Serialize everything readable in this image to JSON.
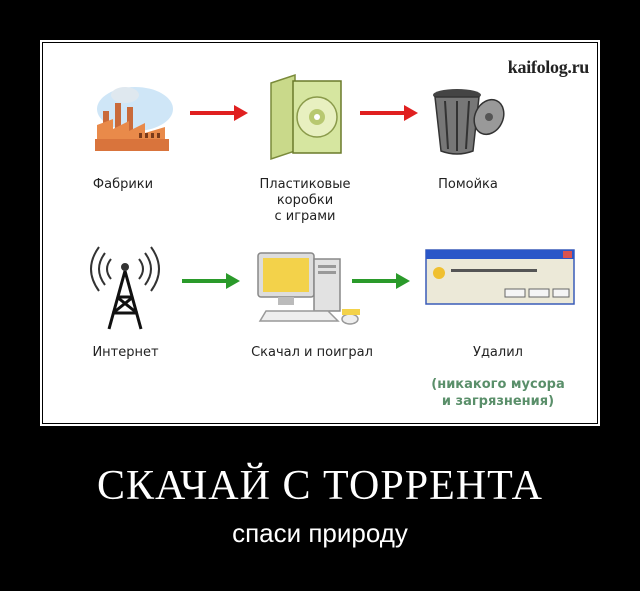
{
  "watermark": "kaifolog.ru",
  "row1": {
    "factory_label": "Фабрики",
    "boxes_label": "Пластиковые\nкоробки\nс играми",
    "trash_label": "Помойка"
  },
  "row2": {
    "internet_label": "Интернет",
    "pc_label": "Скачал и поиграл",
    "deleted_label": "Удалил",
    "deleted_note": "(никакого мусора\nи загрязнения)"
  },
  "headline": "СКАЧАЙ С ТОРРЕНТА",
  "subline": "спаси природу",
  "colors": {
    "arrow_red": "#e02020",
    "arrow_green": "#2a9a2a",
    "note_green": "#5a8f6a"
  },
  "icons": [
    "factory-icon",
    "cd-case-icon",
    "trash-can-icon",
    "radio-tower-icon",
    "computer-icon",
    "delete-dialog-icon",
    "arrow-right-icon"
  ]
}
